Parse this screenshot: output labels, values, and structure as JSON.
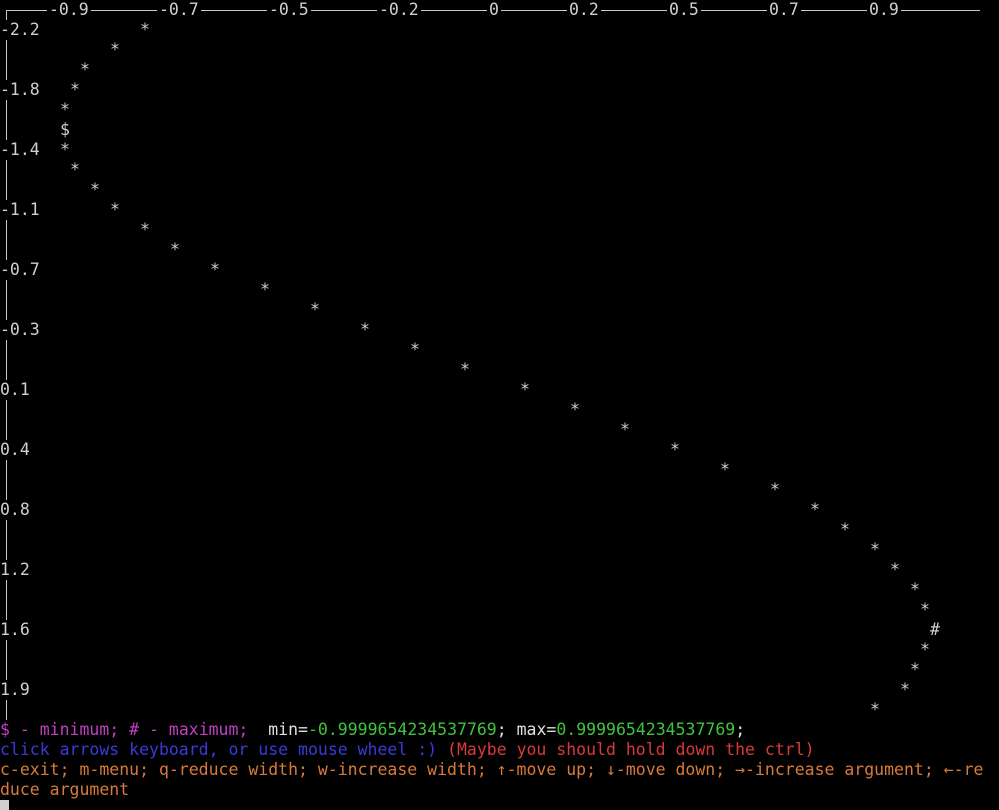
{
  "x_ticks": [
    "-0.9",
    "-0.7",
    "-0.5",
    "-0.2",
    "0",
    "0.2",
    "0.5",
    "0.7",
    "0.9"
  ],
  "y_ticks": [
    "-2.2",
    "-1.8",
    "-1.4",
    "-1.1",
    "-0.7",
    "-0.3",
    "0.1",
    "0.4",
    "0.8",
    "1.2",
    "1.6",
    "1.9"
  ],
  "markers": {
    "point": "*",
    "minimum": "$",
    "maximum": "#"
  },
  "legend": {
    "min_marker": "$ - minimum;",
    "max_marker": "# - maximum;",
    "min_label": "min=",
    "min_value": "-0.9999654234537769",
    "sep": ";",
    "max_label": "max=",
    "max_value": "0.9999654234537769",
    "end": ";"
  },
  "hint_blue": "click arrows keyboard, or use mouse wheel :)",
  "hint_red": "(Maybe you should hold down the ctrl)",
  "help_line1": "c-exit; m-menu; q-reduce width; w-increase width; ↑-move up; ↓-move down; →-increase argument; ←-re",
  "help_line2": "duce argument",
  "colors": {
    "background": "#000000",
    "text": "#d0d0d0",
    "magenta": "#c040c0",
    "green": "#3cc43c",
    "blue": "#3a3ad8",
    "red": "#d83a3a",
    "orange": "#d97a3a"
  }
}
